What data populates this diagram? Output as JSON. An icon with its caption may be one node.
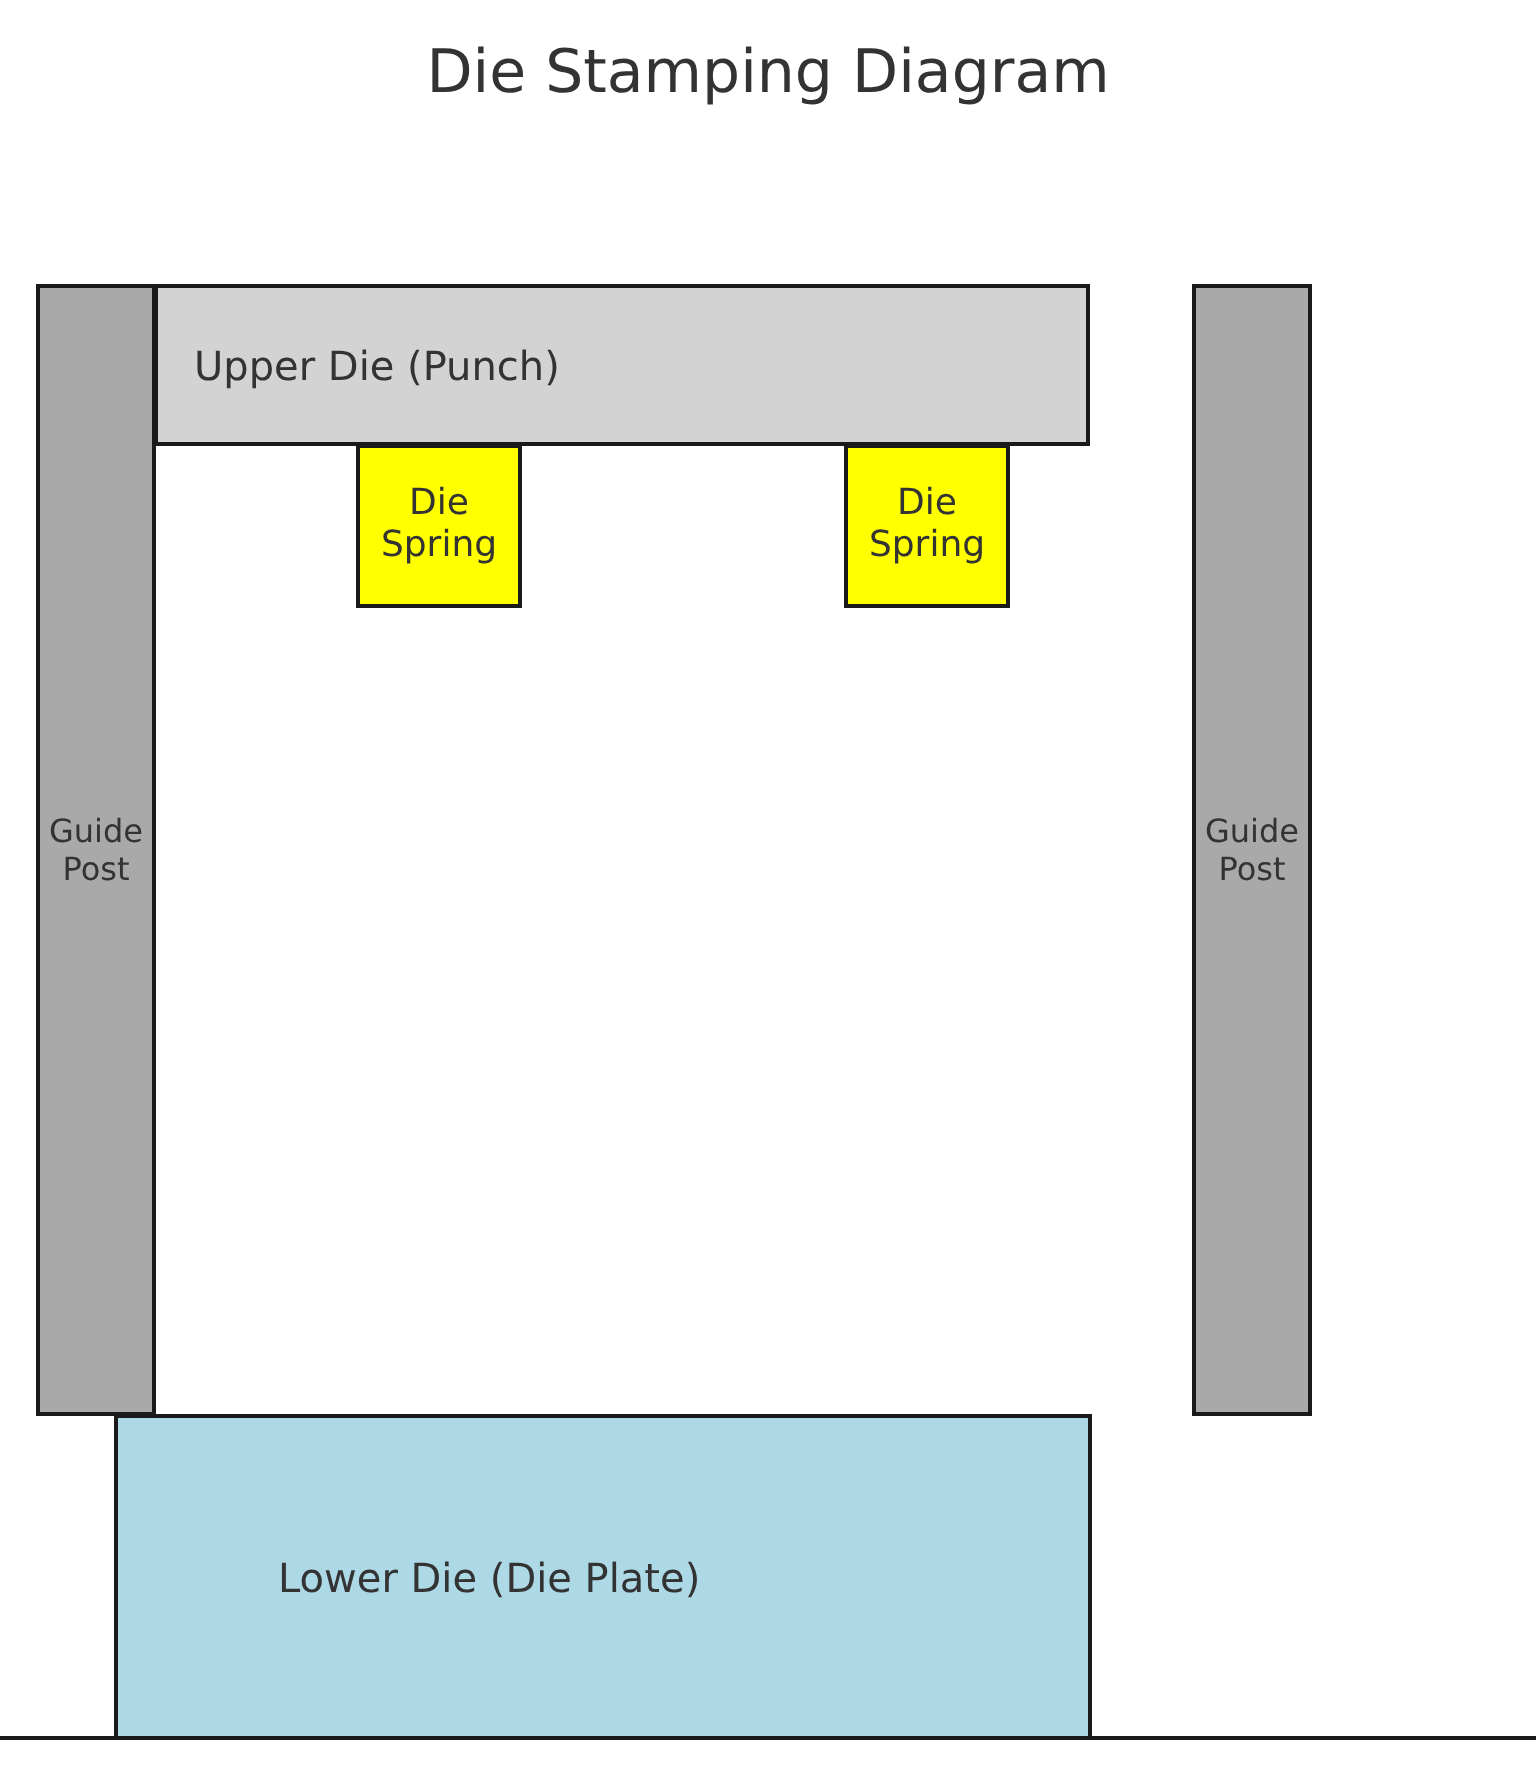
{
  "diagram": {
    "title": "Die Stamping Diagram",
    "nodes": [
      {
        "text": [
          "Upper Die (Punch)"
        ]
      },
      {
        "text": [
          "Die Spring"
        ]
      },
      {
        "text": [
          "Die Spring"
        ]
      },
      {
        "text": [
          "Guide Post"
        ]
      },
      {
        "text": [
          "Guide Post"
        ]
      },
      {
        "text": [
          "Lower Die (Die Plate)"
        ]
      }
    ]
  }
}
